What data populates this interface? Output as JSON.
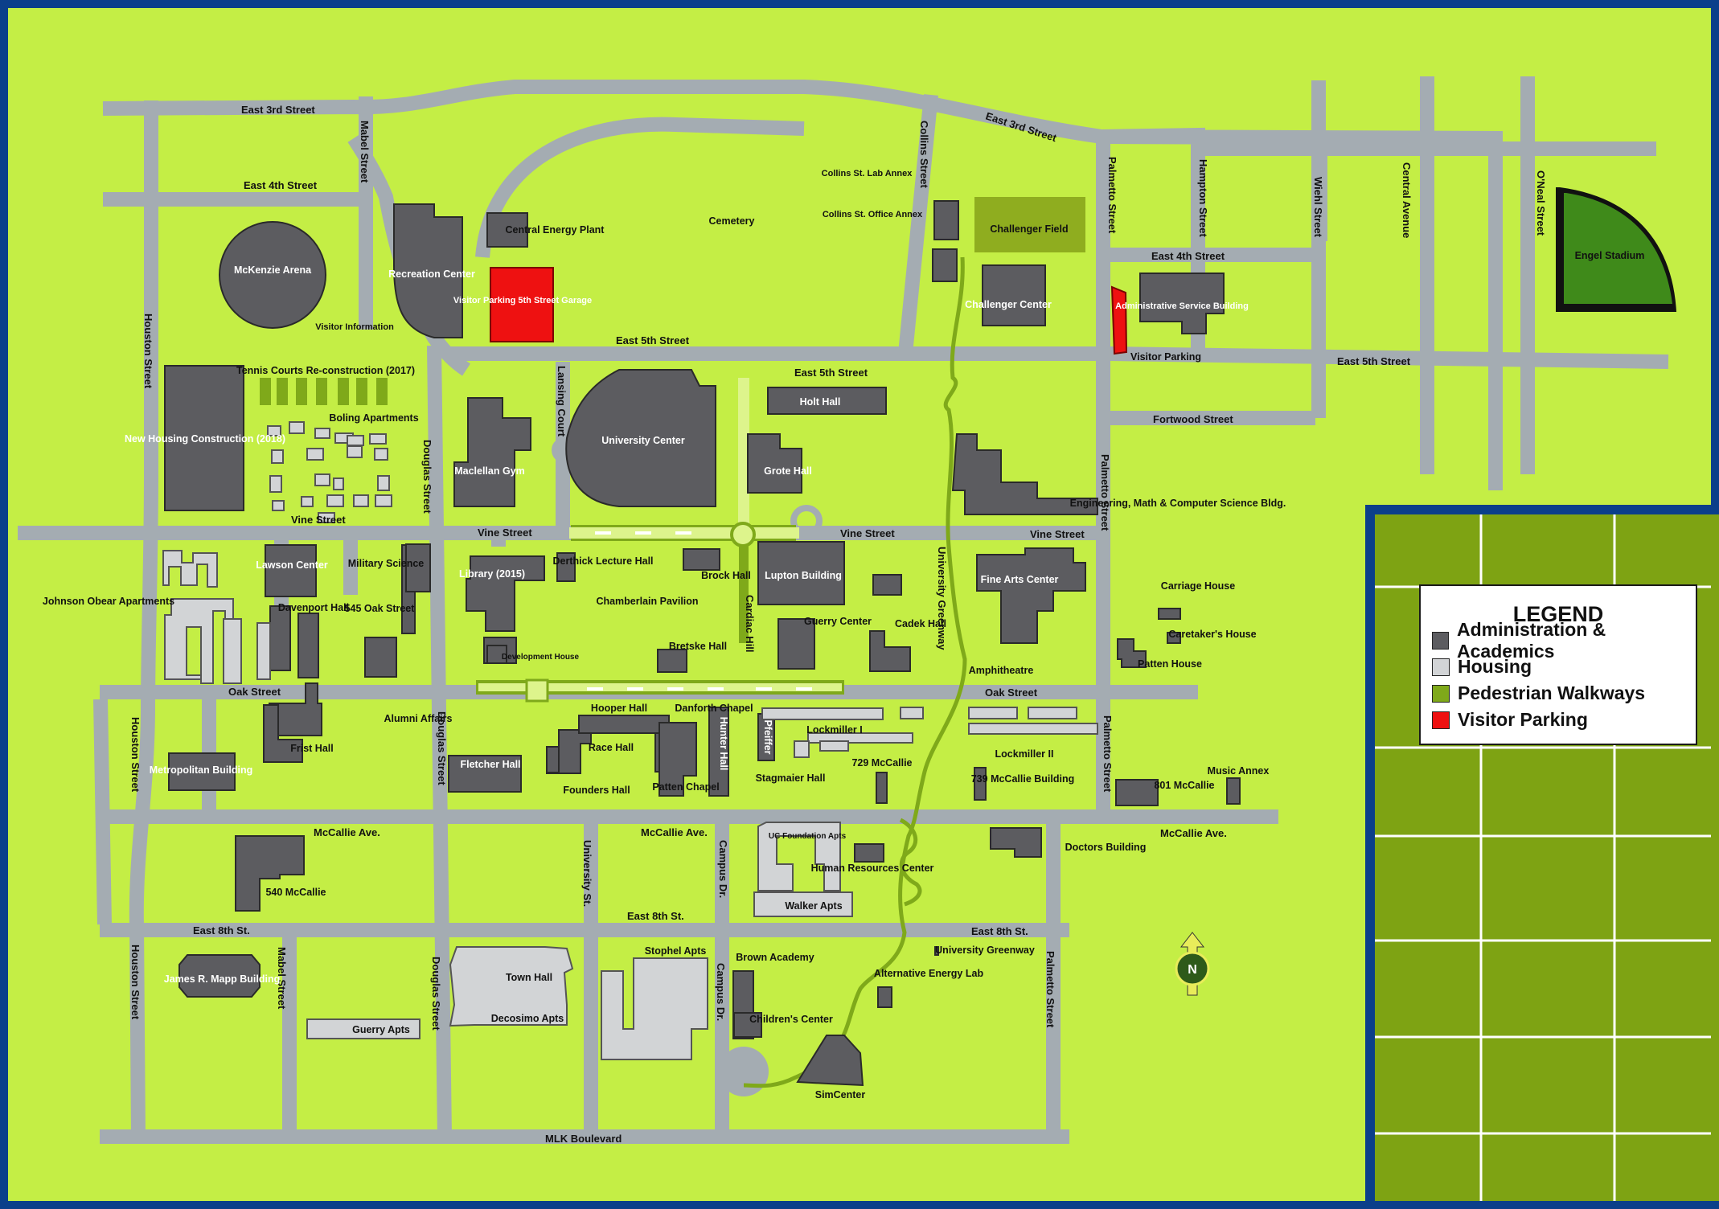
{
  "colors": {
    "border": "#0b3f8a",
    "campus": "#c4ee45",
    "street": "#a4acb2",
    "building": "#5c5c60",
    "housing": "#d2d4d6",
    "walkway": "#7fa91a",
    "walkway_light": "#ddf48c",
    "visitor": "#ee1111",
    "athletic": "#7ea313",
    "field": "#8fad1f"
  },
  "legend": {
    "title": "LEGEND",
    "items": [
      {
        "label": "Administration & Academics",
        "color": "#5c5c60"
      },
      {
        "label": "Housing",
        "color": "#d2d4d6"
      },
      {
        "label": "Pedestrian Walkways",
        "color": "#7fa91a"
      },
      {
        "label": "Visitor Parking",
        "color": "#ee1111"
      }
    ]
  },
  "streets": [
    "East 3rd Street",
    "East 3rd Street",
    "East 4th Street",
    "East 4th Street",
    "East 5th Street",
    "East 5th Street",
    "East 5th Street",
    "Fortwood Street",
    "Vine Street",
    "Vine Street",
    "Vine Street",
    "Vine Street",
    "Oak Street",
    "Oak Street",
    "McCallie Ave.",
    "McCallie Ave.",
    "McCallie Ave.",
    "East 8th St.",
    "East 8th St.",
    "East 8th St.",
    "MLK Boulevard",
    "Mabel Street",
    "Mabel Street",
    "Houston Street",
    "Houston Street",
    "Houston Street",
    "Douglas Street",
    "Douglas Street",
    "Douglas Street",
    "Lansing Court",
    "University St.",
    "Campus Dr.",
    "Campus Dr.",
    "Cardiac Hill",
    "Collins Street",
    "Palmetto Street",
    "Palmetto Street",
    "Palmetto Street",
    "Palmetto Street",
    "Hampton Street",
    "Wiehl Street",
    "Central Avenue",
    "O'Neal Street",
    "University Greenway"
  ],
  "labels": {
    "mckenzie_arena": "McKenzie Arena",
    "recreation_center": "Recreation Center",
    "central_energy_plant": "Central Energy Plant",
    "visitor_parking_garage": "Visitor Parking 5th Street Garage",
    "visitor_information": "Visitor Information",
    "cemetery": "Cemetery",
    "collins_lab_annex": "Collins St. Lab Annex",
    "collins_office_annex": "Collins St. Office Annex",
    "challenger_field": "Challenger Field",
    "challenger_center": "Challenger Center",
    "admin_service_building": "Administrative Service Building",
    "visitor_parking": "Visitor Parking",
    "engel_stadium": "Engel Stadium",
    "tennis_courts": "Tennis Courts Re-construction (2017)",
    "new_housing": "New Housing Construction (2018)",
    "boling_apartments": "Boling Apartments",
    "maclellan_gym": "Maclellan Gym",
    "university_center": "University Center",
    "holt_hall": "Holt Hall",
    "grote_hall": "Grote Hall",
    "emcs_building": "Engineering, Math & Computer Science Bldg.",
    "johnson_obear": "Johnson Obear Apartments",
    "lawson_center": "Lawson Center",
    "military_science": "Military Science",
    "davenport_hall": "Davenport Hall",
    "545_oak": "545 Oak Street",
    "library": "Library (2015)",
    "development_house": "Development House",
    "derthick_hall": "Derthick Lecture Hall",
    "brock_hall": "Brock Hall",
    "chamberlain_pavilion": "Chamberlain Pavilion",
    "bretske_hall": "Bretske Hall",
    "lupton_building": "Lupton Building",
    "guerry_center": "Guerry Center",
    "cadek_hall": "Cadek Hall",
    "amphitheatre": "Amphitheatre",
    "fine_arts_center": "Fine Arts Center",
    "carriage_house": "Carriage House",
    "caretakers_house": "Caretaker's House",
    "patten_house": "Patten House",
    "alumni_affairs": "Alumni Affairs",
    "frist_hall": "Frist Hall",
    "metropolitan_building": "Metropolitan Building",
    "fletcher_hall": "Fletcher Hall",
    "hooper_hall": "Hooper Hall",
    "danforth_chapel": "Danforth Chapel",
    "race_hall": "Race Hall",
    "founders_hall": "Founders Hall",
    "patten_chapel": "Patten Chapel",
    "hunter_hall": "Hunter Hall",
    "pfeiffer": "Pfeiffer",
    "stagmaier_hall": "Stagmaier Hall",
    "lockmiller_i": "Lockmiller I",
    "lockmiller_ii": "Lockmiller II",
    "729_mccallie": "729 McCallie",
    "739_mccallie": "739 McCallie Building",
    "801_mccallie": "801 McCallie",
    "music_annex": "Music Annex",
    "540_mccallie": "540 McCallie",
    "uc_foundation": "UC Foundation Apts",
    "human_resources": "Human Resources Center",
    "walker_apts": "Walker Apts",
    "doctors_building": "Doctors Building",
    "james_mapp": "James R. Mapp Building",
    "guerry_apts": "Guerry Apts",
    "town_hall": "Town Hall",
    "decosimo_apts": "Decosimo Apts",
    "stophel_apts": "Stophel Apts",
    "brown_academy": "Brown Academy",
    "childrens_center": "Children's Center",
    "simcenter": "SimCenter",
    "alternative_energy": "Alternative Energy Lab",
    "university_greenway": "University Greenway",
    "compass": "N"
  }
}
